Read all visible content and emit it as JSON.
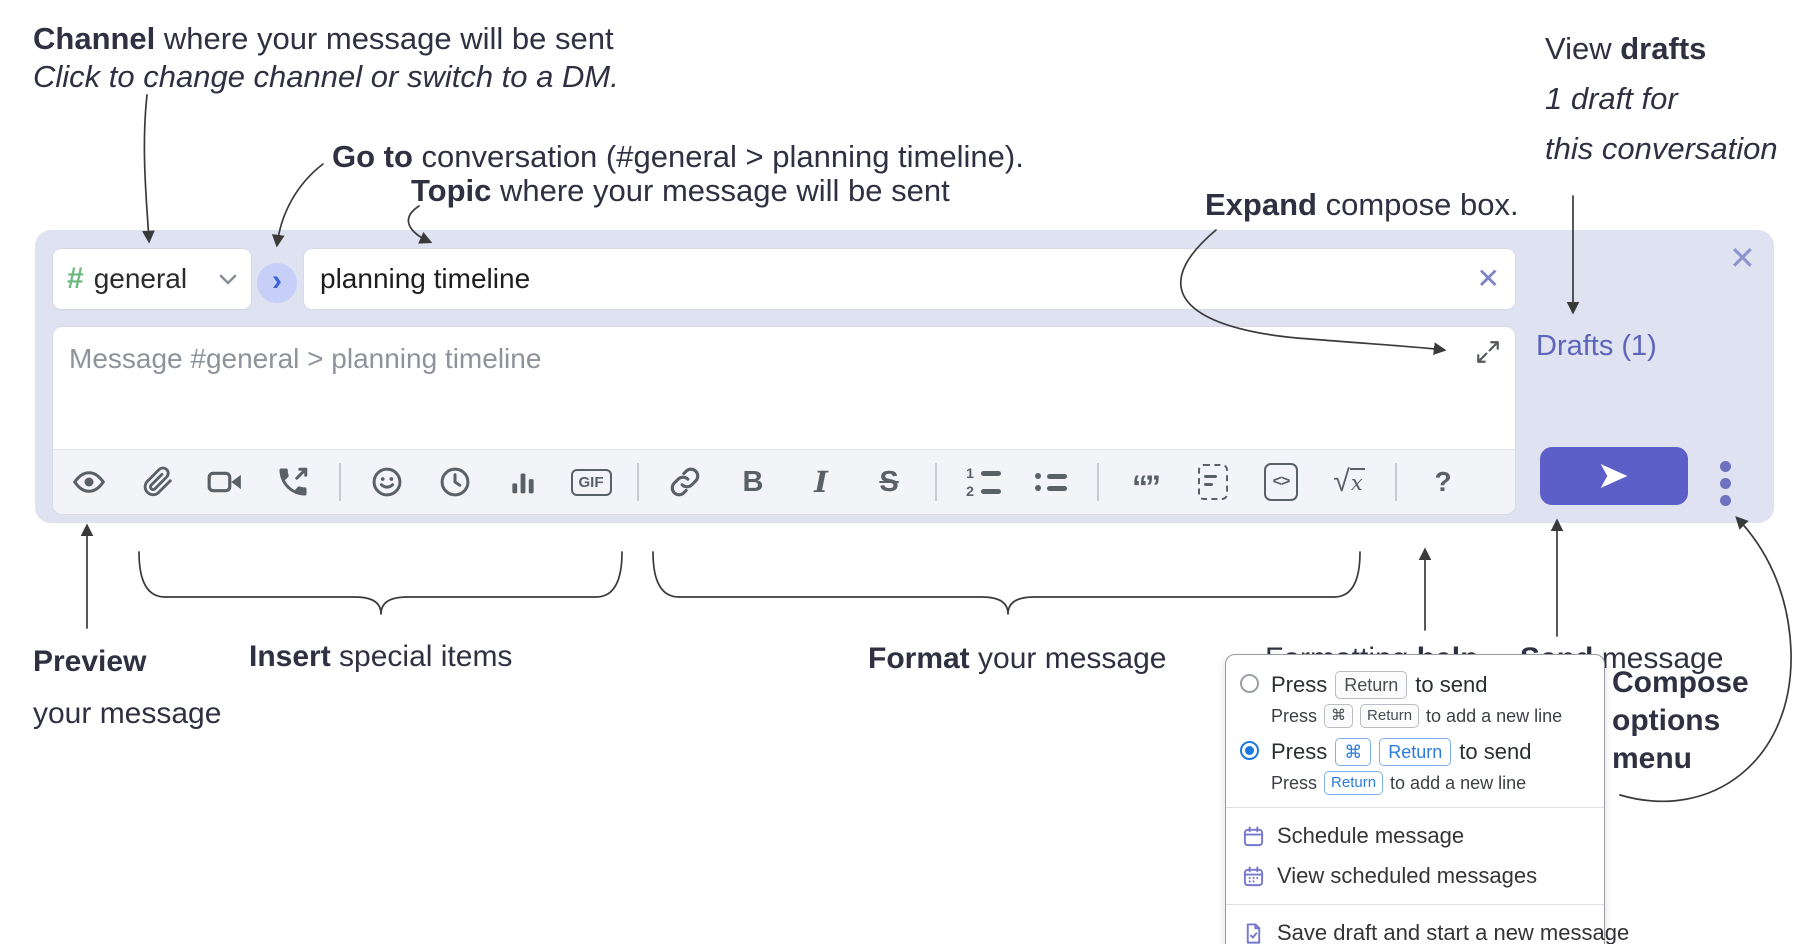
{
  "colors": {
    "accent_indigo": "#5b5fc7",
    "compose_bg_lavender": "#dfe2f1",
    "drafts_link_indigo": "#5d64ba",
    "radio_selected_blue": "#1d79e0",
    "kbd_blue": "#2c7ce0",
    "channel_hash_green": "#69b87f",
    "toolbar_icon_gray": "#596066",
    "menu_icon_indigo": "#7577cf",
    "annotation_text": "#2f3142"
  },
  "annotations": {
    "channel": {
      "bold": "Channel",
      "rest": " where your message will be sent",
      "line2": "Click to change channel or switch to a DM."
    },
    "go_to": {
      "bold": "Go to",
      "rest": " conversation (#general > planning timeline)."
    },
    "topic": {
      "bold": "Topic",
      "rest": " where your message will be sent"
    },
    "expand": {
      "bold": "Expand",
      "rest": " compose box."
    },
    "view_drafts": {
      "pre": "View ",
      "bold": "drafts",
      "line2": "1 draft for",
      "line3": "this conversation"
    },
    "preview": {
      "bold": "Preview",
      "line2": "your message"
    },
    "insert": {
      "bold": "Insert",
      "rest": " special items"
    },
    "format": {
      "bold": "Format",
      "rest": " your message"
    },
    "formatting_help": {
      "pre": "Formatting ",
      "bold": "help"
    },
    "send": {
      "bold": "Send",
      "rest": " message"
    },
    "compose_options": {
      "line1": "Compose",
      "line2": "options",
      "line3": "menu"
    }
  },
  "compose": {
    "channel": {
      "hash": "#",
      "name": "general"
    },
    "go_to_glyph": "›",
    "topic_value": "planning timeline",
    "topic_clear_glyph": "✕",
    "close_glyph": "✕",
    "message_placeholder": "Message #general > planning timeline",
    "drafts_label": "Drafts (1)",
    "toolbar": {
      "icons": [
        "preview",
        "attach-file",
        "start-video-call",
        "start-voice-call",
        "emoji",
        "add-global-time",
        "add-poll",
        "add-gif",
        "link",
        "bold",
        "italic",
        "strikethrough",
        "numbered-list",
        "bulleted-list",
        "quote",
        "spoiler",
        "code",
        "math",
        "message-formatting-help"
      ],
      "glyphs": {
        "gif": "GIF",
        "bold": "B",
        "italic": "I",
        "strike": "S",
        "quote": "“”",
        "sqrt": "√",
        "math_var": "x",
        "help": "?",
        "ol1": "1",
        "ol2": "2",
        "code": "<>"
      }
    }
  },
  "popup": {
    "options": [
      {
        "selected": false,
        "line1": {
          "pre": "Press",
          "key1": "Return",
          "post": "to send"
        },
        "line2": {
          "pre": "Press",
          "key1": "⌘",
          "key2": "Return",
          "post": "to add a new line"
        }
      },
      {
        "selected": true,
        "line1": {
          "pre": "Press",
          "key1": "⌘",
          "key2": "Return",
          "post": "to send"
        },
        "line2": {
          "pre": "Press",
          "key1": "Return",
          "post": "to add a new line"
        }
      }
    ],
    "items": [
      {
        "icon": "calendar-icon",
        "label": "Schedule message"
      },
      {
        "icon": "calendar-grid-icon",
        "label": "View scheduled messages"
      },
      {
        "icon": "draft-document-icon",
        "label": "Save draft and start a new message"
      }
    ]
  }
}
